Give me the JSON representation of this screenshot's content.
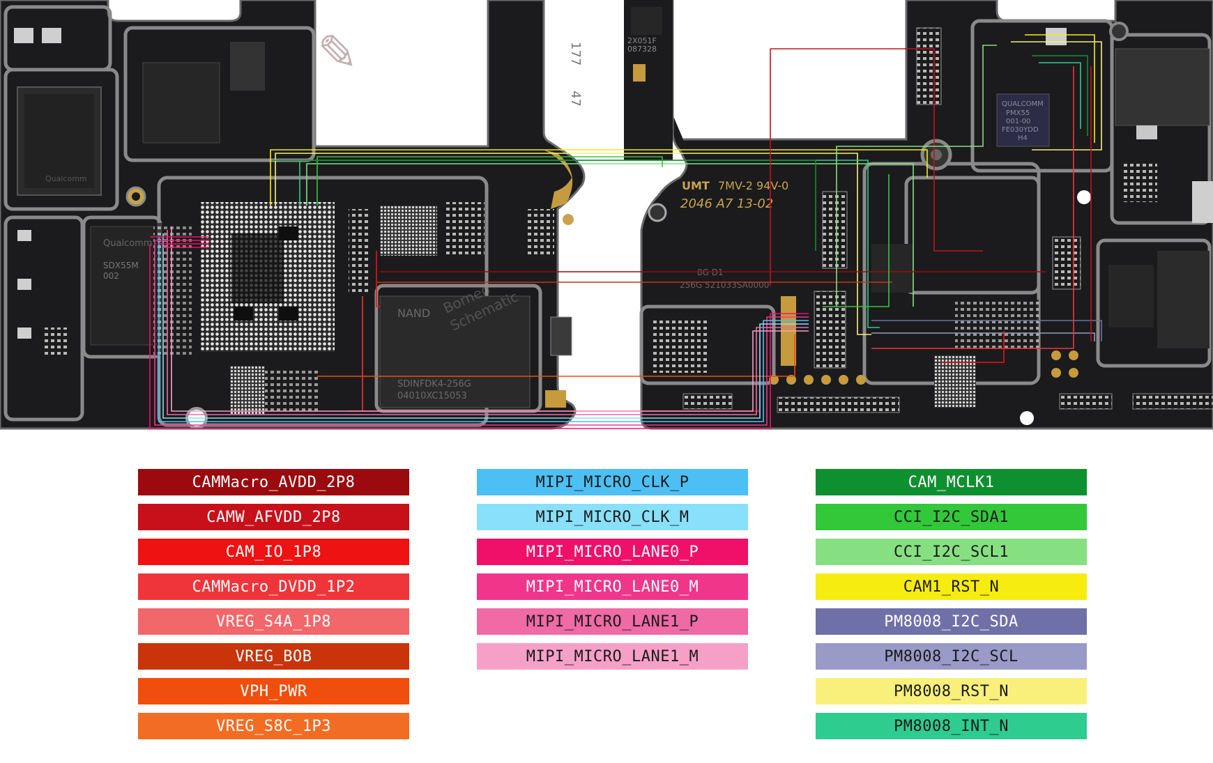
{
  "board": {
    "marks": {
      "umt": "UMT",
      "board_code": "7MV-2  94V-0",
      "date_code": "2046  A7  13-02",
      "mem_size": "8G      D1",
      "mem_code": "256G   521033SA0000",
      "nand_top": "NAND",
      "nand_code1": "SDINFDK4-256G",
      "nand_code2": "04010XC15053",
      "flex_code1": "2X051F",
      "flex_code2": "087328",
      "flex_num1": "177",
      "flex_num2": "47",
      "sdx_chip": "SDX55M",
      "sdx_code": "002",
      "qualcomm_left": "Qualcomm",
      "qualcomm_pmx": "QUALCOMM",
      "pmx_name": "PMX55",
      "pmx_code1": "001-00",
      "pmx_code2": "FE030YDD",
      "pmx_code3": "H4",
      "wm_left1": "Borneo",
      "wm_left2": "Schematic"
    }
  },
  "legend": {
    "col1": [
      {
        "label": "CAMMacro_AVDD_2P8",
        "bg": "#9b0a0e",
        "fg": "#ffffff"
      },
      {
        "label": "CAMW_AFVDD_2P8",
        "bg": "#c8101a",
        "fg": "#ffffff"
      },
      {
        "label": "CAM_IO_1P8",
        "bg": "#ee1212",
        "fg": "#ffffff"
      },
      {
        "label": "CAMMacro_DVDD_1P2",
        "bg": "#f0353a",
        "fg": "#ffffff"
      },
      {
        "label": "VREG_S4A_1P8",
        "bg": "#f2676a",
        "fg": "#ffffff"
      },
      {
        "label": "VREG_BOB",
        "bg": "#c9340b",
        "fg": "#ffffff"
      },
      {
        "label": "VPH_PWR",
        "bg": "#f04e0c",
        "fg": "#ffffff"
      },
      {
        "label": "VREG_S8C_1P3",
        "bg": "#f36c24",
        "fg": "#ffffff"
      }
    ],
    "col2": [
      {
        "label": "MIPI_MICRO_CLK_P",
        "bg": "#4cc0f5",
        "fg": "#1a1a1a"
      },
      {
        "label": "MIPI_MICRO_CLK_M",
        "bg": "#88e0fa",
        "fg": "#1a1a1a"
      },
      {
        "label": "MIPI_MICRO_LANE0_P",
        "bg": "#f0106a",
        "fg": "#ffffff"
      },
      {
        "label": "MIPI_MICRO_LANE0_M",
        "bg": "#f0368a",
        "fg": "#ffffff"
      },
      {
        "label": "MIPI_MICRO_LANE1_P",
        "bg": "#f06aa6",
        "fg": "#1a1a1a"
      },
      {
        "label": "MIPI_MICRO_LANE1_M",
        "bg": "#f6a0c8",
        "fg": "#1a1a1a"
      }
    ],
    "col3": [
      {
        "label": "CAM_MCLK1",
        "bg": "#0f9030",
        "fg": "#ffffff"
      },
      {
        "label": "CCI_I2C_SDA1",
        "bg": "#32c83a",
        "fg": "#1a1a1a"
      },
      {
        "label": "CCI_I2C_SCL1",
        "bg": "#86e082",
        "fg": "#1a1a1a"
      },
      {
        "label": "CAM1_RST_N",
        "bg": "#f6ec10",
        "fg": "#1a1a1a"
      },
      {
        "label": "PM8008_I2C_SDA",
        "bg": "#7070a8",
        "fg": "#ffffff"
      },
      {
        "label": "PM8008_I2C_SCL",
        "bg": "#9a9ac8",
        "fg": "#1a1a1a"
      },
      {
        "label": "PM8008_RST_N",
        "bg": "#f8f07a",
        "fg": "#1a1a1a"
      },
      {
        "label": "PM8008_INT_N",
        "bg": "#2ecc8e",
        "fg": "#1a1a1a"
      }
    ]
  }
}
